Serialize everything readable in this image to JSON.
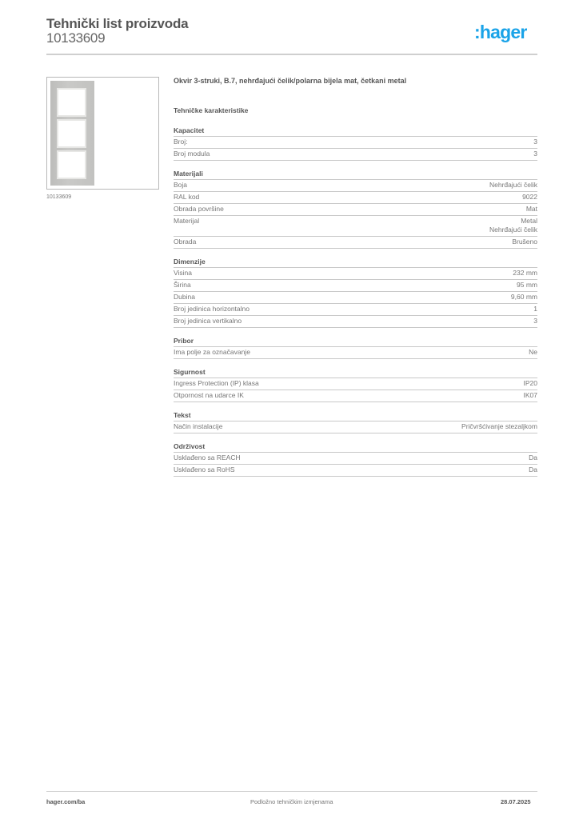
{
  "header": {
    "title": "Tehnički list proizvoda",
    "product_number": "10133609",
    "logo_text": ":hager",
    "logo_color": "#1aa3e8"
  },
  "image": {
    "caption": "10133609"
  },
  "main": {
    "description": "Okvir 3-struki, B.7, nehrđajući čelik/polarna bijela mat, četkani metal",
    "tech_title": "Tehničke karakteristike",
    "sections": [
      {
        "title": "Kapacitet",
        "rows": [
          {
            "label": "Broj:",
            "value": "3"
          },
          {
            "label": "Broj modula",
            "value": "3"
          }
        ]
      },
      {
        "title": "Materijali",
        "rows": [
          {
            "label": "Boja",
            "value": "Nehrđajući čelik"
          },
          {
            "label": "RAL kod",
            "value": "9022"
          },
          {
            "label": "Obrada površine",
            "value": "Mat"
          },
          {
            "label": "Materijal",
            "value": "Metal\nNehrđajući čelik"
          },
          {
            "label": "Obrada",
            "value": "Brušeno"
          }
        ]
      },
      {
        "title": "Dimenzije",
        "rows": [
          {
            "label": "Visina",
            "value": "232 mm"
          },
          {
            "label": "Širina",
            "value": "95 mm"
          },
          {
            "label": "Dubina",
            "value": "9,60 mm"
          },
          {
            "label": "Broj jedinica horizontalno",
            "value": "1"
          },
          {
            "label": "Broj jedinica vertikalno",
            "value": "3"
          }
        ]
      },
      {
        "title": "Pribor",
        "rows": [
          {
            "label": "Ima polje za označavanje",
            "value": "Ne"
          }
        ]
      },
      {
        "title": "Sigurnost",
        "rows": [
          {
            "label": "Ingress Protection (IP) klasa",
            "value": "IP20"
          },
          {
            "label": "Otpornost na udarce IK",
            "value": "IK07"
          }
        ]
      },
      {
        "title": "Tekst",
        "rows": [
          {
            "label": "Način instalacije",
            "value": "Pričvršćivanje stezaljkom"
          }
        ]
      },
      {
        "title": "Održivost",
        "rows": [
          {
            "label": "Usklađeno sa REACH",
            "value": "Da"
          },
          {
            "label": "Usklađeno sa RoHS",
            "value": "Da"
          }
        ]
      }
    ]
  },
  "footer": {
    "website": "hager.com/ba",
    "notice": "Podložno tehničkim izmjenama",
    "date": "28.07.2025"
  }
}
